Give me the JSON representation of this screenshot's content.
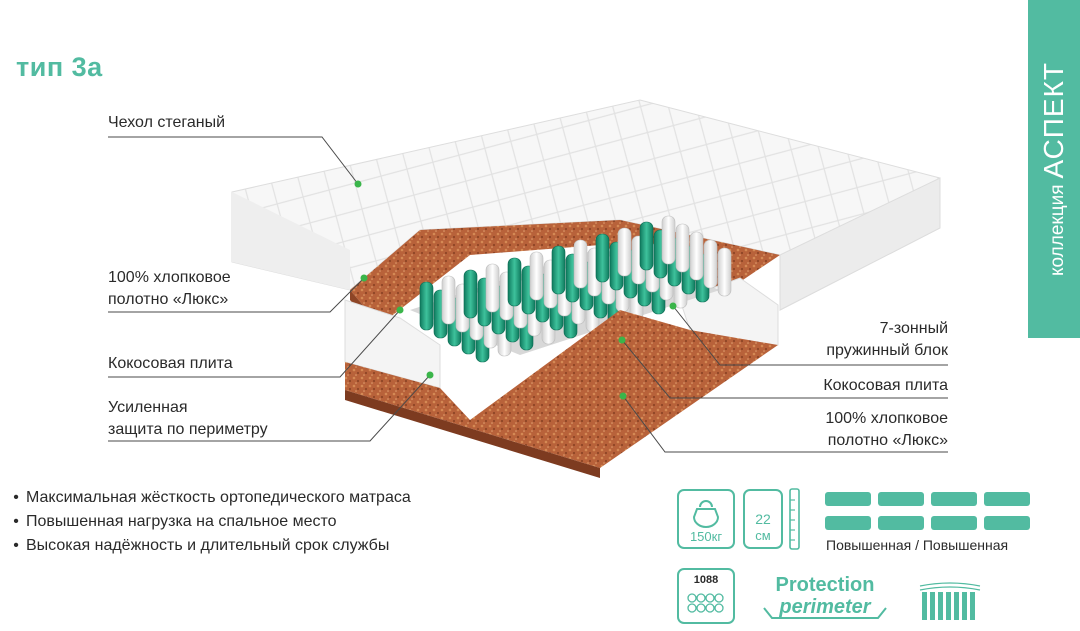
{
  "title": "тип 3а",
  "side_tab": {
    "small": "коллекция",
    "big": "АСПЕКТ"
  },
  "labels": {
    "cover": "Чехол стеганый",
    "cotton_left_1": "100% хлопковое",
    "cotton_left_2": "полотно «Люкс»",
    "coconut_left": "Кокосовая плита",
    "perimeter_1": "Усиленная",
    "perimeter_2": "защита по периметру",
    "springs_1": "7-зонный",
    "springs_2": "пружинный блок",
    "coconut_right": "Кокосовая плита",
    "cotton_right_1": "100% хлопковое",
    "cotton_right_2": "полотно «Люкс»"
  },
  "features": [
    "Максимальная жёсткость ортопедического матраса",
    "Повышенная нагрузка на спальное место",
    "Высокая надёжность и длительный срок службы"
  ],
  "badges": {
    "weight": "150кг",
    "height_value": "22",
    "height_unit": "см",
    "springs_count": "1088",
    "firmness_caption": "Повышенная / Повышенная",
    "protection_1": "Protection",
    "protection_2": "perimeter"
  },
  "firmness_levels": {
    "side_a": 4,
    "side_b": 4,
    "max": 4
  },
  "colors": {
    "accent": "#52bba1",
    "coconut": "#b8623a",
    "spring_green": "#1f9a7a",
    "spring_white": "#eeeeee"
  }
}
